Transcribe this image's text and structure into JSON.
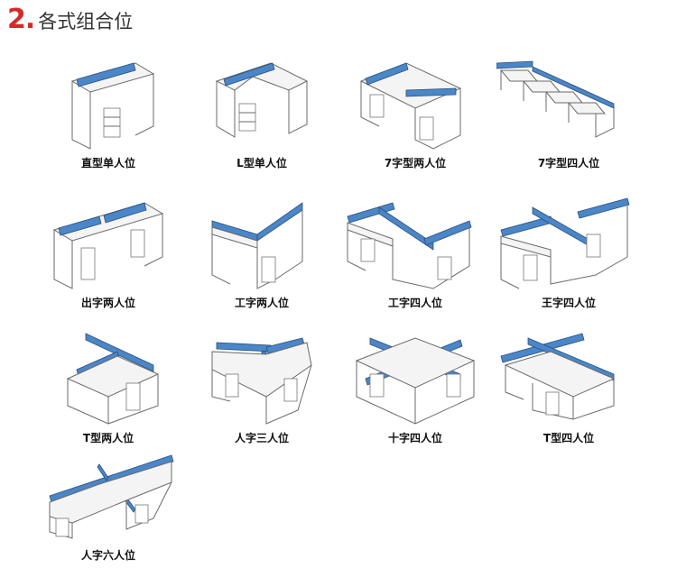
{
  "header": {
    "number": "2.",
    "title": "各式组合位"
  },
  "colors": {
    "accent": "#d42a2a",
    "panel_blue": "#4a86c8",
    "line": "#6a6a6a"
  },
  "items": [
    {
      "label": "直型单人位"
    },
    {
      "label": "L型单人位"
    },
    {
      "label": "7字型两人位"
    },
    {
      "label": "7字型四人位"
    },
    {
      "label": "出字两人位"
    },
    {
      "label": "工字两人位"
    },
    {
      "label": "工字四人位"
    },
    {
      "label": "王字四人位"
    },
    {
      "label": "T型两人位"
    },
    {
      "label": "人字三人位"
    },
    {
      "label": "十字四人位"
    },
    {
      "label": "T型四人位"
    },
    {
      "label": "人字六人位"
    }
  ]
}
